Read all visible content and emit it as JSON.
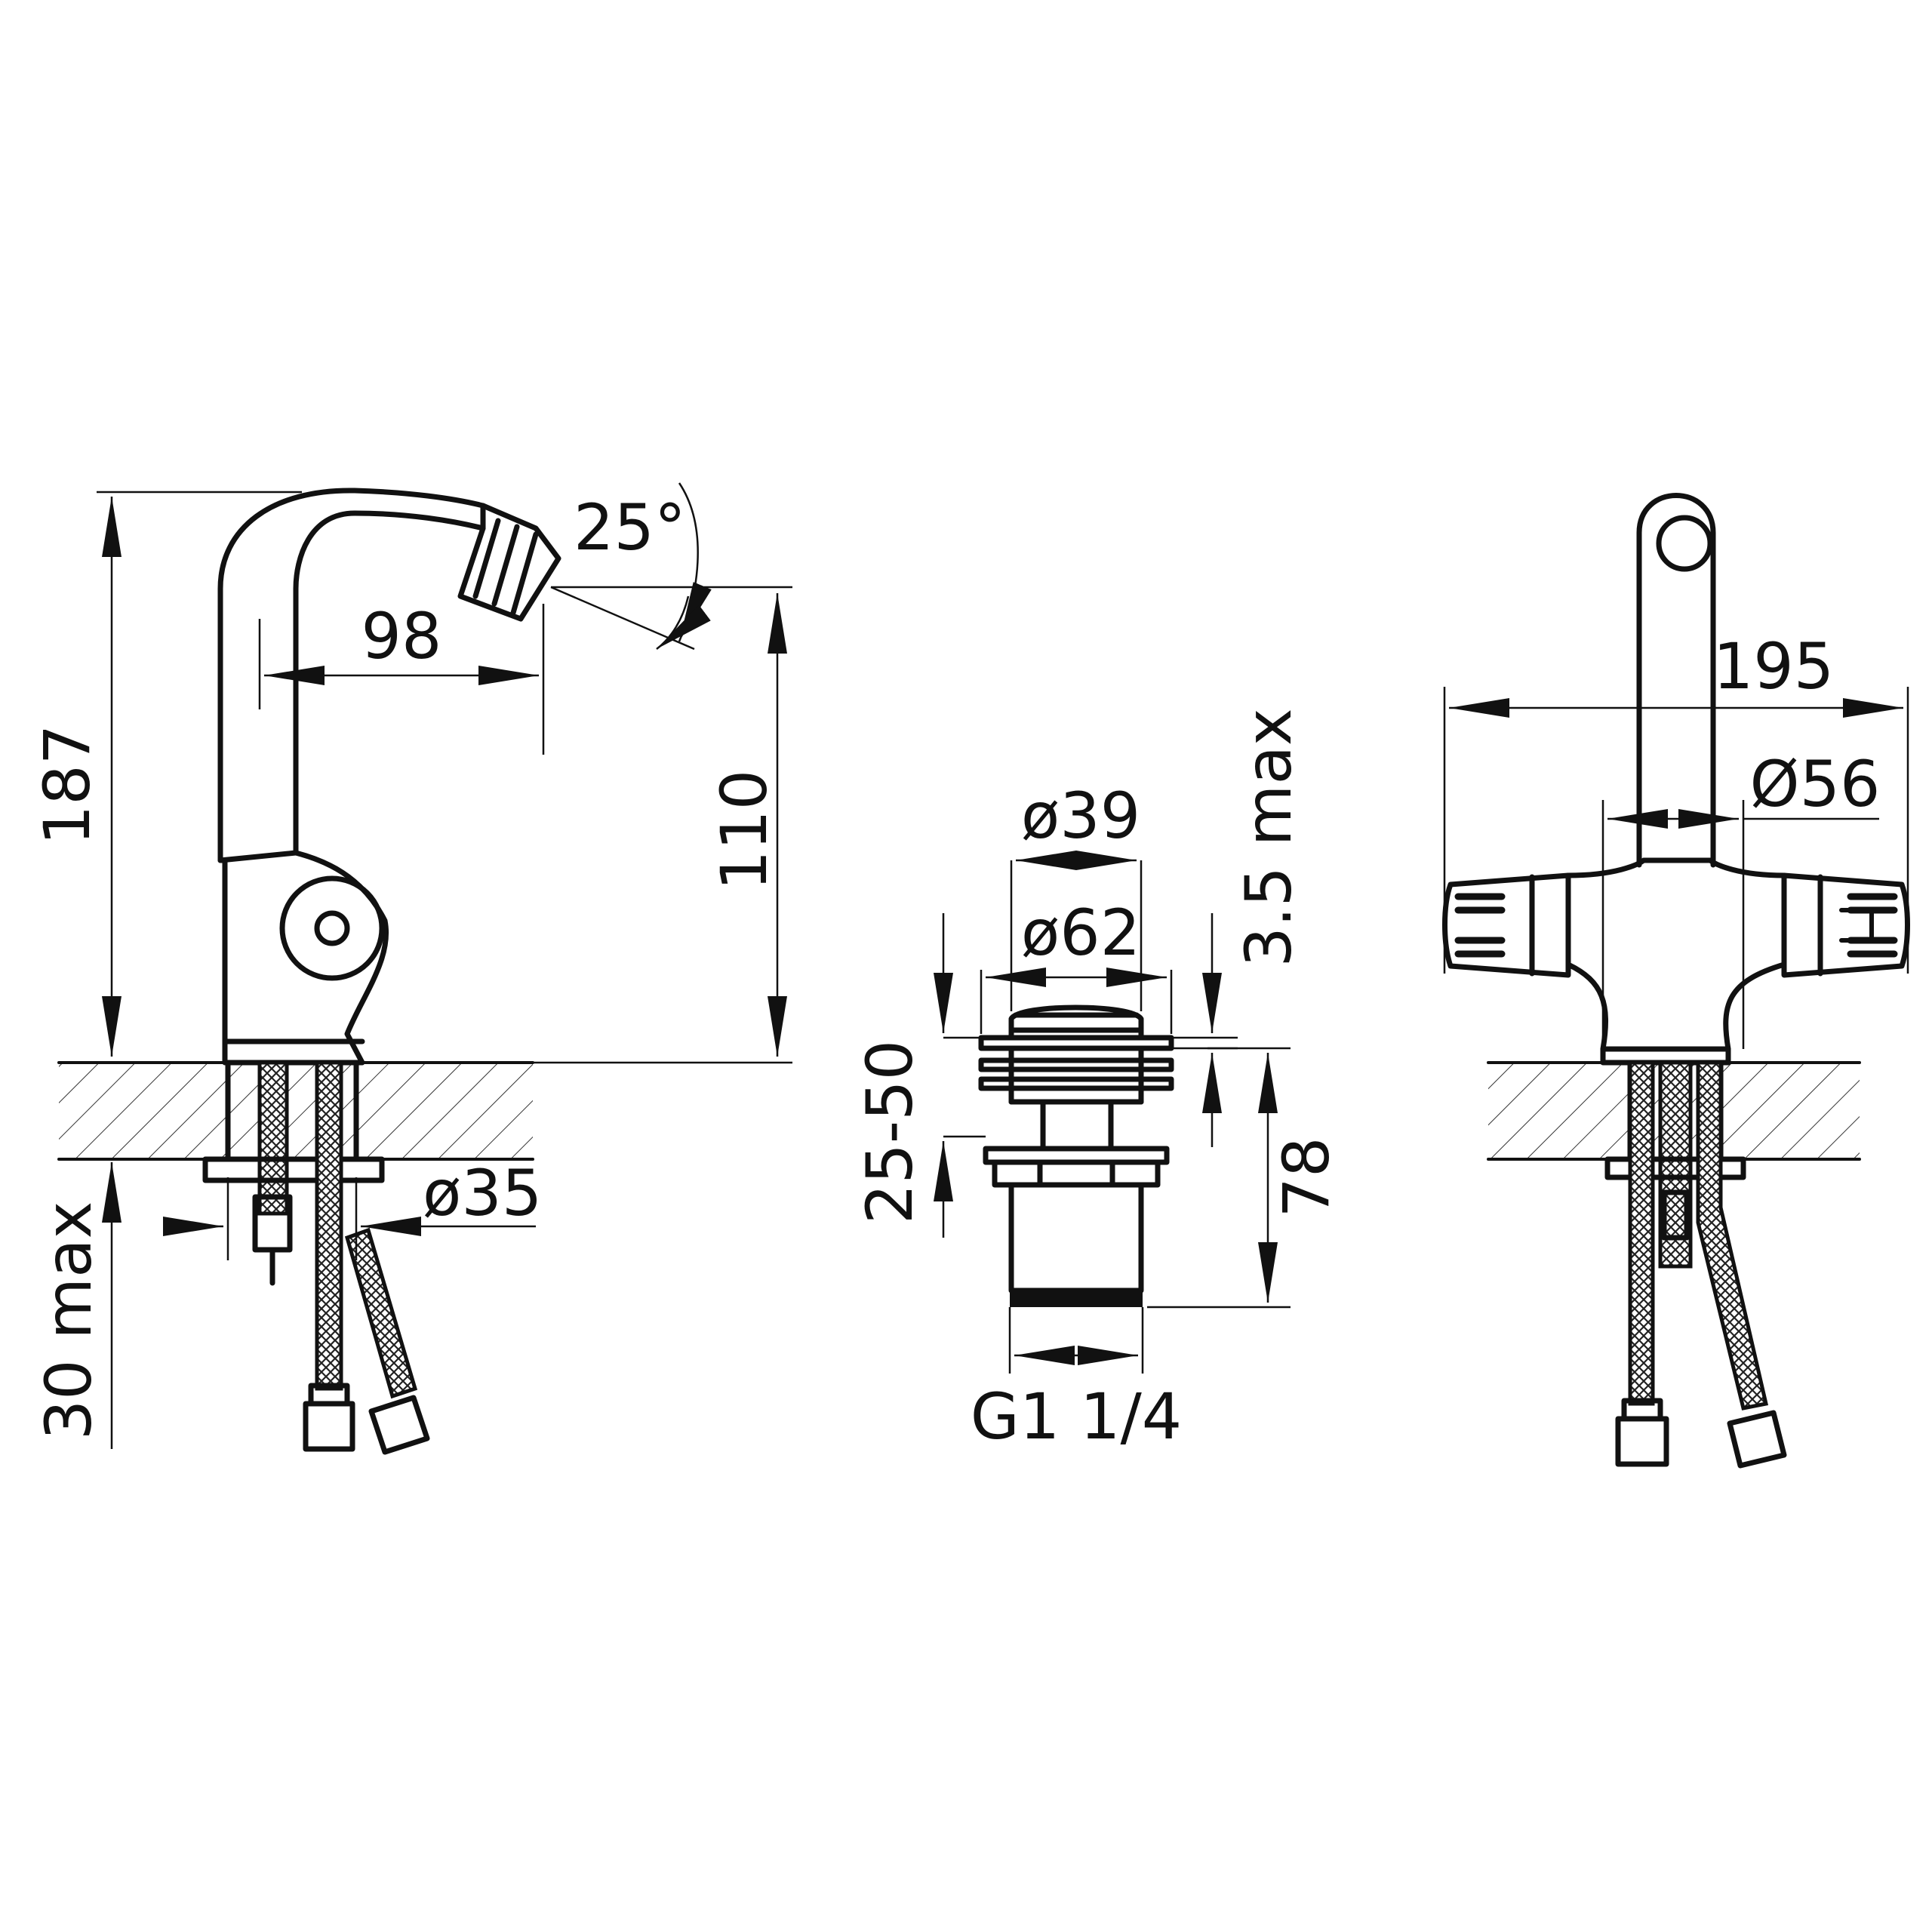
{
  "colors": {
    "ink": "#111111",
    "paper": "#ffffff"
  },
  "side_view": {
    "dimensions": {
      "overall_height": "187",
      "spout_reach": "98",
      "spout_angle": "25°",
      "outlet_height": "110",
      "shank_diameter": "ø35",
      "max_counter_thickness": "30 max"
    }
  },
  "waste_view": {
    "dimensions": {
      "cap_diameter": "ø39",
      "flange_diameter": "ø62",
      "flange_thickness": "3.5 max",
      "sink_thickness": "25-50",
      "body_height": "78",
      "thread": "G1 1/4"
    }
  },
  "front_view": {
    "dimensions": {
      "handle_width": "195",
      "body_diameter": "Ø56"
    }
  }
}
